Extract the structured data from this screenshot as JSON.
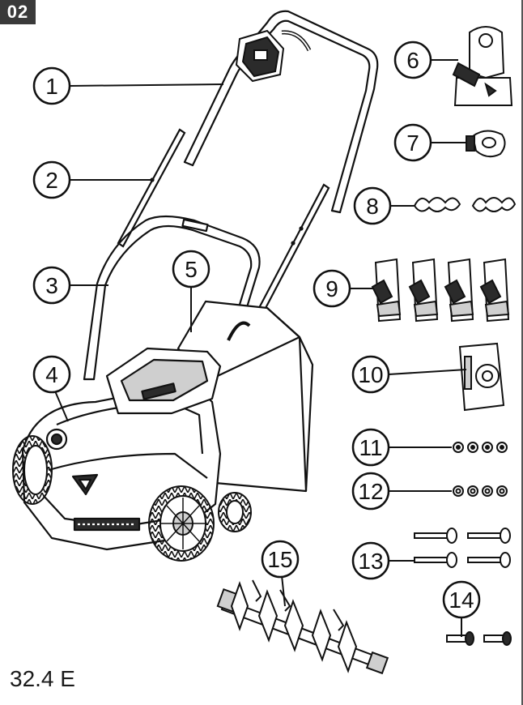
{
  "badge": "02",
  "model": "32.4 E",
  "callouts": [
    "1",
    "2",
    "3",
    "4",
    "5",
    "6",
    "7",
    "8",
    "9",
    "10",
    "11",
    "12",
    "13",
    "14",
    "15"
  ],
  "colors": {
    "line": "#111111",
    "fill": "#ffffff",
    "shade": "#cfcfcf",
    "dark": "#2b2b2b"
  }
}
